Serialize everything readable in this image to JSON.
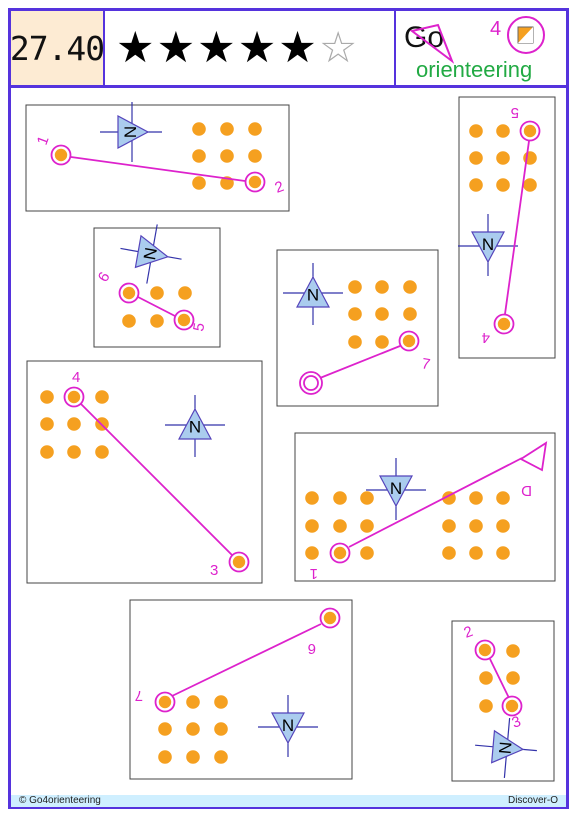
{
  "header": {
    "score": "27.40",
    "stars_filled": 5,
    "stars_total": 6,
    "logo_text_top": "Go",
    "logo_text_bottom": "orienteering",
    "logo_number": "4"
  },
  "footer": {
    "copyright": "© Go4orienteering",
    "brand": "Discover-O"
  },
  "puzzles": [
    {
      "id": "a",
      "labels": [
        "1",
        "2"
      ]
    },
    {
      "id": "b",
      "labels": [
        "5",
        "4"
      ]
    },
    {
      "id": "c",
      "labels": [
        "6",
        "5"
      ]
    },
    {
      "id": "d",
      "labels": [
        "7"
      ]
    },
    {
      "id": "e",
      "labels": [
        "4",
        "3"
      ]
    },
    {
      "id": "f",
      "labels": [
        "D",
        "1"
      ]
    },
    {
      "id": "g",
      "labels": [
        "6",
        "7"
      ]
    },
    {
      "id": "h",
      "labels": [
        "2",
        "3"
      ]
    }
  ],
  "north_label": "N",
  "colors": {
    "border": "#5533dd",
    "course": "#dd22cc",
    "dot": "#f5a020",
    "north": "#aaccee"
  }
}
